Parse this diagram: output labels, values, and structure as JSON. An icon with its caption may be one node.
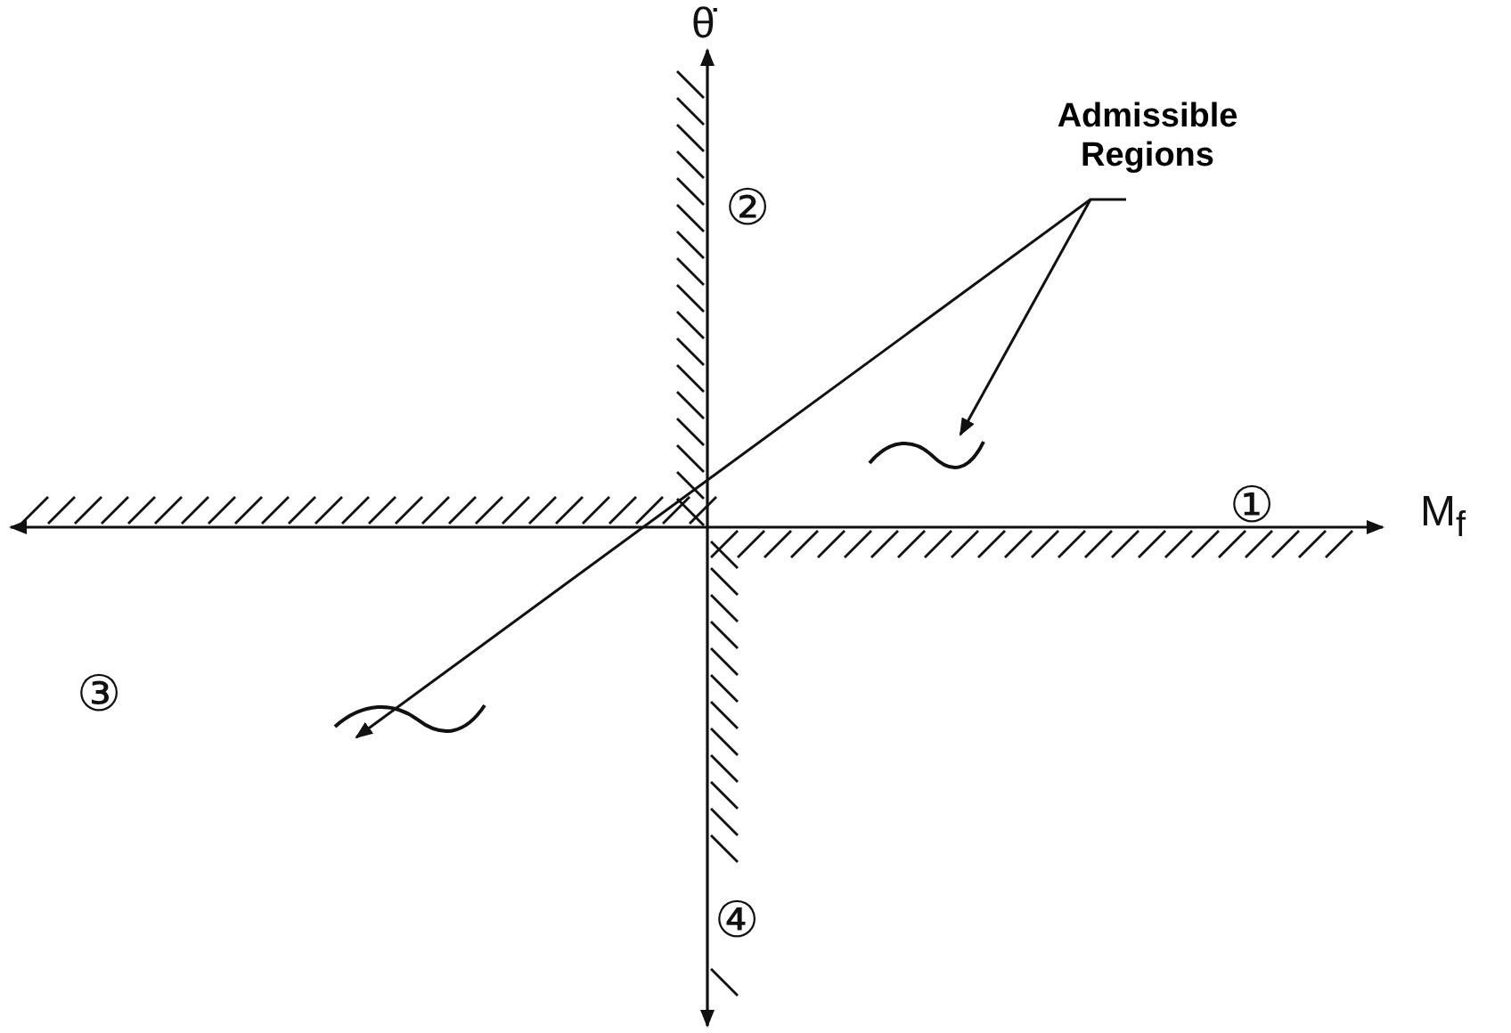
{
  "diagram": {
    "nodes": [
      {
        "text": [
          "Admissible Regions"
        ]
      },
      {
        "text": [],
        "shape": "curve"
      },
      {
        "text": [],
        "shape": "curve"
      }
    ],
    "edges": [
      {
        "from": 0,
        "to": 1,
        "arrow": "to"
      },
      {
        "from": 0,
        "to": 2,
        "arrow": "to"
      }
    ],
    "labels": [
      "θ̇",
      "②",
      "①",
      "M$_{f}$",
      "③",
      "④"
    ]
  }
}
